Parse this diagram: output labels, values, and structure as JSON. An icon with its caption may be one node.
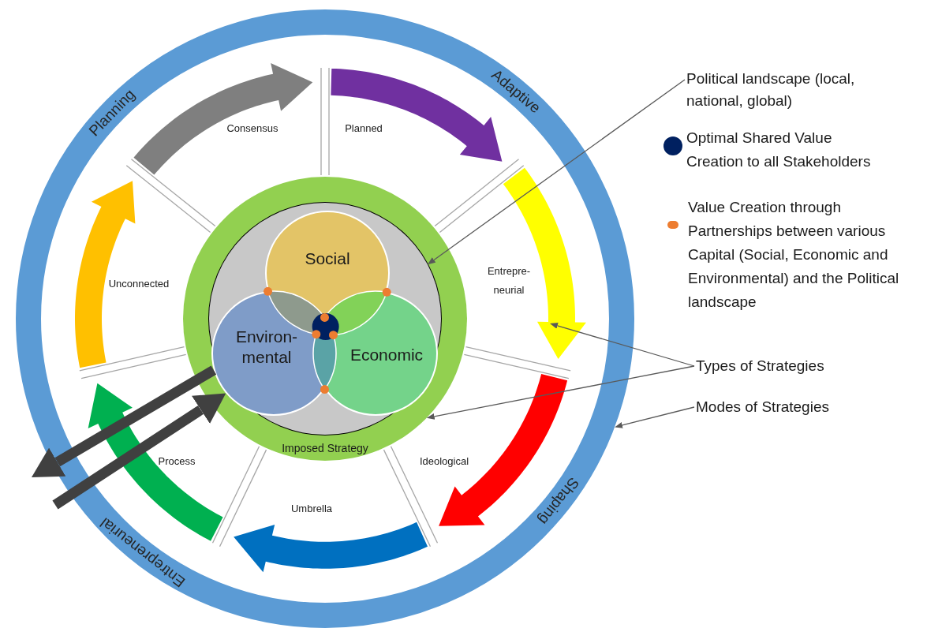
{
  "diagram": {
    "nodes": [
      {
        "text": [
          "Planning",
          "Adaptive",
          "Shaping",
          "Entrepreneurial"
        ]
      },
      {
        "text": [
          "Imposed Strategy"
        ],
        "in": 0
      },
      {
        "text": [],
        "shape": "circle",
        "in": 1
      },
      {
        "text": [
          "Social"
        ],
        "in": 2
      },
      {
        "text": [
          "Environ- mental"
        ],
        "in": 2
      },
      {
        "text": [
          "Economic"
        ],
        "in": 2
      },
      {
        "text": [
          "Political landscape (local, national, global)"
        ]
      },
      {
        "text": [
          "Types of Strategies"
        ]
      },
      {
        "text": [
          "Modes of Strategies"
        ]
      }
    ],
    "edges": [
      {
        "from": 6,
        "to": 2,
        "arrow": "to"
      },
      {
        "from": 7,
        "to": null,
        "arrow": "to"
      },
      {
        "from": 7,
        "to": 1,
        "arrow": "to"
      },
      {
        "from": 8,
        "to": 0,
        "arrow": "to"
      },
      {
        "from": 4,
        "to": null,
        "arrow": "to",
        "style": "thick",
        "color": "#404040"
      },
      {
        "from": null,
        "to": 4,
        "arrow": "to",
        "style": "thick",
        "color": "#404040"
      }
    ],
    "labels": [
      "Consensus",
      "Planned",
      "Entrepre- neurial",
      "Ideological",
      "Umbrella",
      "Process",
      "Unconnected"
    ],
    "legend": [
      {
        "text": "Optimal Shared Value Creation to all Stakeholders",
        "color": "#002060"
      },
      {
        "text": "Value Creation through Partnerships between various Capital (Social, Economic and Environmental) and the Political landscape",
        "color": "#ed7d31"
      }
    ]
  }
}
